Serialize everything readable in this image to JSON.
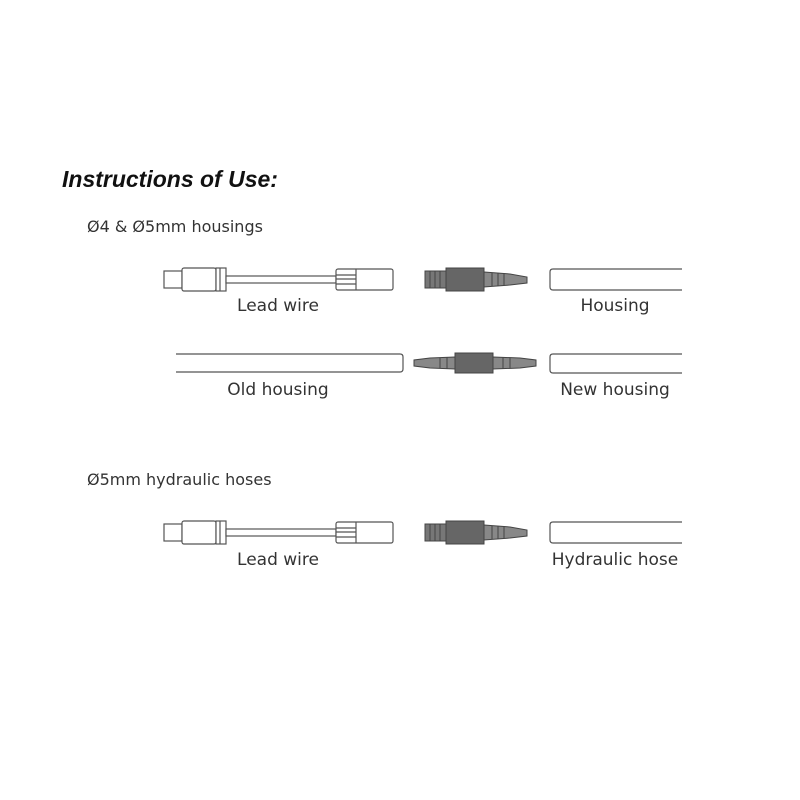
{
  "title": "Instructions of Use:",
  "sections": [
    {
      "heading": "Ø4 & Ø5mm housings",
      "rows": [
        {
          "left_label": "Lead wire",
          "right_label": "Housing"
        },
        {
          "left_label": "Old housing",
          "right_label": "New housing"
        }
      ]
    },
    {
      "heading": "Ø5mm hydraulic hoses",
      "rows": [
        {
          "left_label": "Lead wire",
          "right_label": "Hydraulic hose"
        }
      ]
    }
  ],
  "colors": {
    "outline": "#555555",
    "coupler": "#777777",
    "coupler_dark": "#5a5a5a"
  }
}
